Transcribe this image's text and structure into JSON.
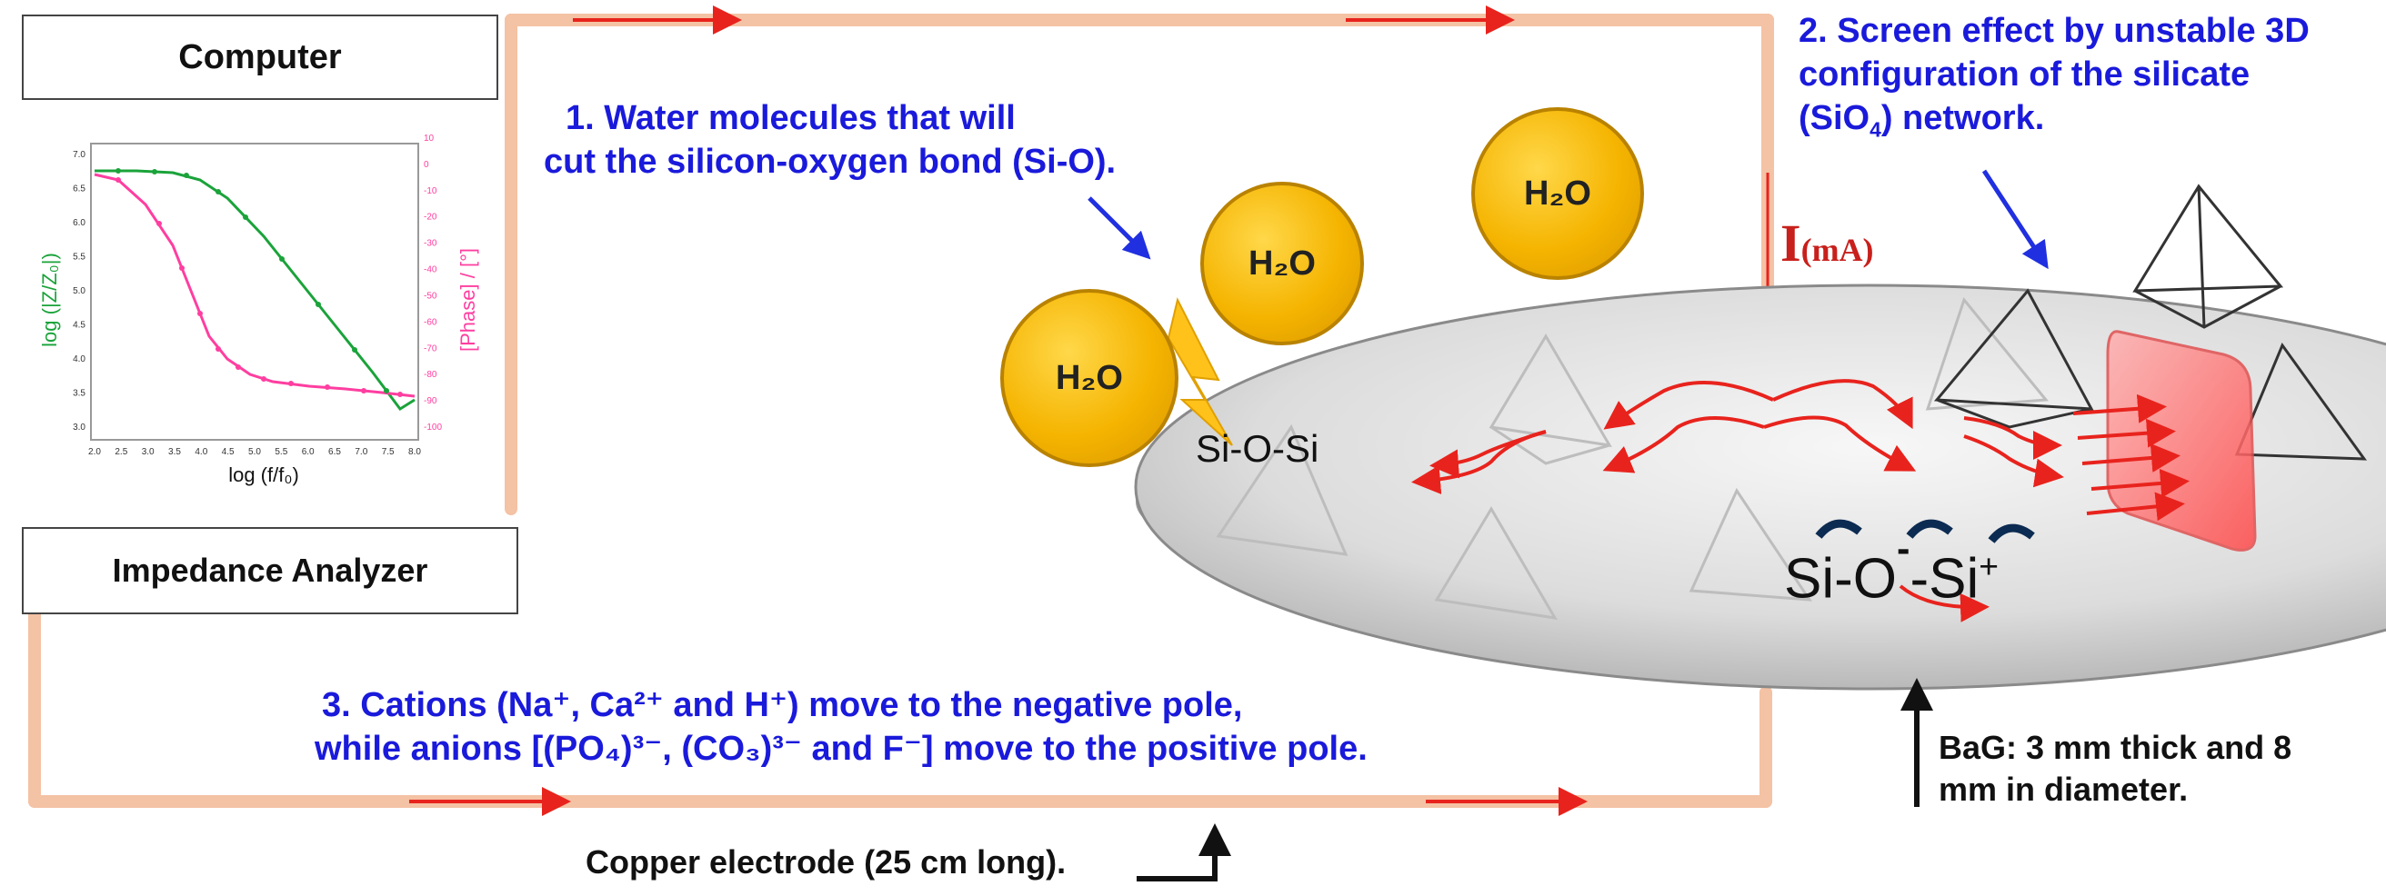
{
  "boxes": {
    "computer": "Computer",
    "analyzer": "Impedance Analyzer"
  },
  "graph": {
    "ylabel_left": "log (|Z/Z₀|)",
    "ylabel_right": "[Phase] / [°]",
    "xlabel": "log (f/f₀)",
    "x_ticks": [
      "2.0",
      "2.5",
      "3.0",
      "3.5",
      "4.0",
      "4.5",
      "5.0",
      "5.5",
      "6.0",
      "6.5",
      "7.0",
      "7.5",
      "8.0"
    ],
    "y_left_ticks": [
      "7.0",
      "6.5",
      "6.0",
      "5.5",
      "5.0",
      "4.5",
      "4.0",
      "3.5",
      "3.0"
    ],
    "y_right_ticks": [
      "10",
      "0",
      "-10",
      "-20",
      "-30",
      "-40",
      "-50",
      "-60",
      "-70",
      "-80",
      "-90",
      "-100"
    ],
    "series_colors": {
      "magnitude": "#1aa33a",
      "phase": "#ff3ea0"
    }
  },
  "labels": {
    "step1_line1": "1. Water molecules that will",
    "step1_line2": "cut the silicon-oxygen bond (Si-O).",
    "step2_line1": "2. Screen effect by unstable 3D",
    "step2_line2": "configuration of the silicate",
    "step2_line3_a": "(SiO",
    "step2_line3_sub": "4",
    "step2_line3_b": ") network.",
    "step3_line1": "3. Cations (Na⁺, Ca²⁺ and H⁺) move to the negative pole,",
    "step3_line2": "while anions [(PO₄)³⁻, (CO₃)³⁻ and F⁻] move to the positive pole.",
    "current": "I",
    "current_unit": "(mA)",
    "water": "H₂O",
    "sios": "Si-O-Si",
    "sio_minus": "Si-O",
    "minus": "-",
    "si_plus": "-Si",
    "plus": "+",
    "bag_line1": "BaG: 3 mm thick and 8",
    "bag_line2": "mm in diameter.",
    "copper": "Copper electrode (25 cm long)."
  },
  "colors": {
    "text_blue": "#1a1adb",
    "wire": "#f4c2a4",
    "arrow_red": "#e8231d",
    "current_red": "#c8201c"
  }
}
